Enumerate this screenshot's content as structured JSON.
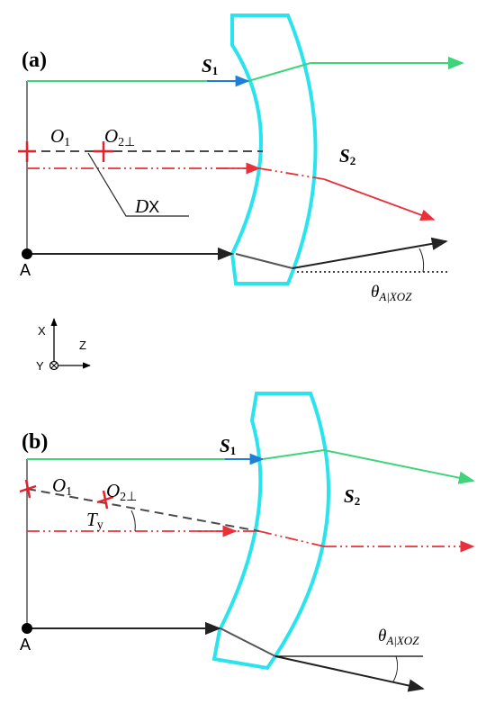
{
  "panel_a": {
    "label": "(a)",
    "surface1": {
      "main": "S",
      "sub": "1"
    },
    "surface2": {
      "main": "S",
      "sub": "2"
    },
    "origin1": {
      "main": "O",
      "sub": "1"
    },
    "origin2": {
      "main": "O",
      "sub": "2⊥"
    },
    "decenter": {
      "main": "D",
      "sub": "X"
    },
    "point": "A",
    "angle": {
      "main": "θ",
      "sub": "A|XOZ"
    }
  },
  "axes": {
    "x": "X",
    "y": "Y",
    "z": "Z"
  },
  "panel_b": {
    "label": "(b)",
    "surface1": {
      "main": "S",
      "sub": "1"
    },
    "surface2": {
      "main": "S",
      "sub": "2"
    },
    "origin1": {
      "main": "O",
      "sub": "1"
    },
    "origin2": {
      "main": "O",
      "sub": "2⊥"
    },
    "tilt": {
      "main": "T",
      "sub": "y"
    },
    "point": "A",
    "angle": {
      "main": "θ",
      "sub": "A|XOZ"
    }
  },
  "colors": {
    "lens": "#29e3ef",
    "ray_top": "#3fd37b",
    "ray_mid": "#e8313a",
    "ray_bottom": "#222222",
    "axis_dash": "#4a4a4a",
    "marker": "#e8202a",
    "blue_arrow": "#1f7fd4"
  }
}
